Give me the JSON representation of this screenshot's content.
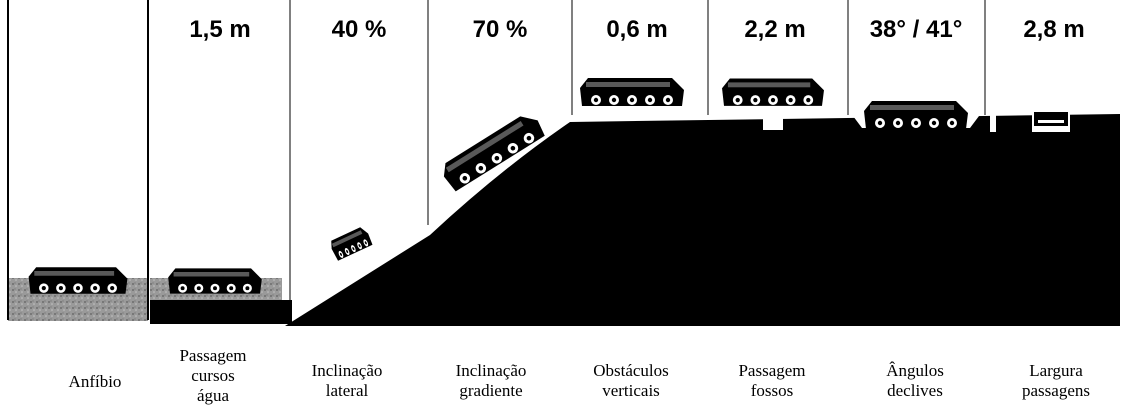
{
  "columns": [
    {
      "value": "",
      "caption_lines": [
        "Anfíbio"
      ]
    },
    {
      "value": "1,5 m",
      "caption_lines": [
        "Passagem",
        "cursos",
        "água"
      ]
    },
    {
      "value": "40 %",
      "caption_lines": [
        "Inclinação",
        "lateral"
      ]
    },
    {
      "value": "70 %",
      "caption_lines": [
        "Inclinação",
        "gradiente"
      ]
    },
    {
      "value": "0,6 m",
      "caption_lines": [
        "Obstáculos",
        "verticais"
      ]
    },
    {
      "value": "2,2 m",
      "caption_lines": [
        "Passagem",
        "fossos"
      ]
    },
    {
      "value": "38° / 41°",
      "caption_lines": [
        "Ângulos",
        "declives"
      ]
    },
    {
      "value": "2,8 m",
      "caption_lines": [
        "Largura",
        "passagens"
      ]
    }
  ],
  "colors": {
    "ink": "#000000",
    "water": "#8c8c8c",
    "background": "#ffffff"
  },
  "icons": [
    "armored-vehicle-icon"
  ]
}
